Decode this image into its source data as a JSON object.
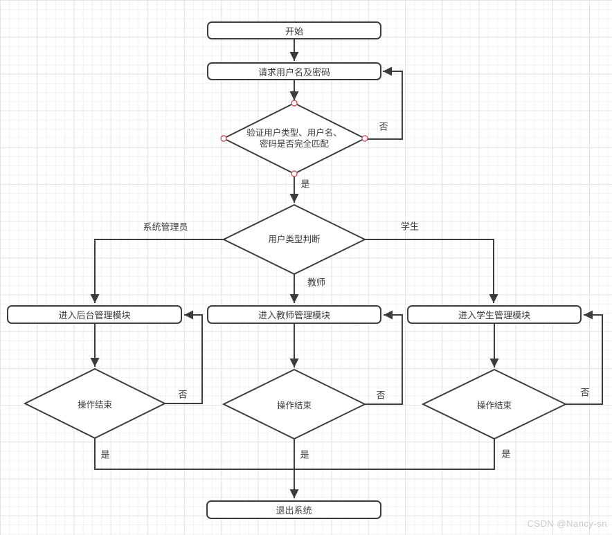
{
  "diagram": {
    "nodes": {
      "start": {
        "label": "开始"
      },
      "request": {
        "label": "请求用户名及密码"
      },
      "verify": {
        "label_line1": "验证用户类型、用户名、",
        "label_line2": "密码是否完全匹配"
      },
      "user_type": {
        "label": "用户类型判断"
      },
      "backend_module": {
        "label": "进入后台管理模块"
      },
      "teacher_module": {
        "label": "进入教师管理模块"
      },
      "student_module": {
        "label": "进入学生管理模块"
      },
      "op_end_left": {
        "label": "操作结束"
      },
      "op_end_mid": {
        "label": "操作结束"
      },
      "op_end_right": {
        "label": "操作结束"
      },
      "exit": {
        "label": "退出系统"
      }
    },
    "edge_labels": {
      "verify_no": "否",
      "verify_yes": "是",
      "branch_admin": "系统管理员",
      "branch_teacher": "教师",
      "branch_student": "学生",
      "op_left_no": "否",
      "op_mid_no": "否",
      "op_right_no": "否",
      "op_left_yes": "是",
      "op_mid_yes": "是",
      "op_right_yes": "是"
    },
    "colors": {
      "line_stroke": "#3c3c3c",
      "shape_fill": "#ffffff",
      "text": "#3a3a3a",
      "connection_point": "#d25454",
      "grid_minor": "#f2f2f2",
      "grid_major": "#e3e3e3",
      "watermark": "#c9c9c9"
    }
  },
  "watermark": {
    "text": "CSDN @Nancy-sn"
  }
}
